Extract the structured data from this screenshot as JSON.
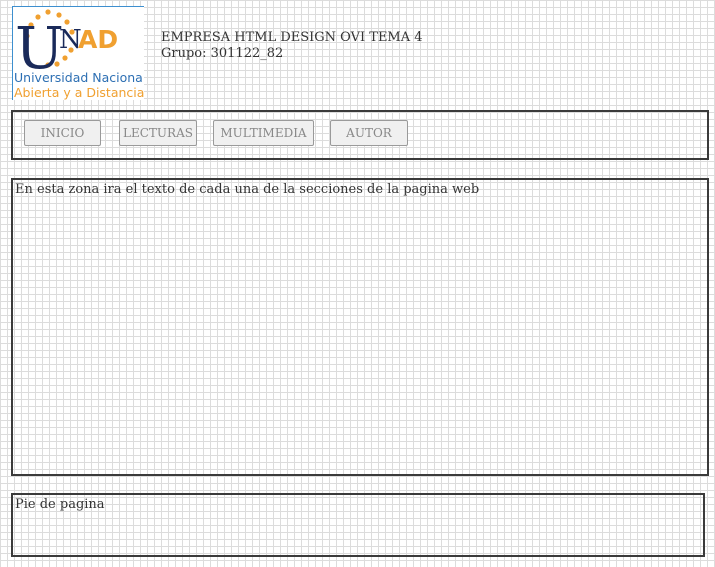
{
  "logo": {
    "wordmark_u": "U",
    "wordmark_n": "N",
    "wordmark_ad": "AD",
    "line1": "Universidad Nacional",
    "line2": "Abierta y a Distancia",
    "colors": {
      "navy": "#1a2a5a",
      "orange": "#f0a030",
      "blue": "#2d6fb3"
    }
  },
  "header": {
    "title": "EMPRESA HTML DESIGN OVI TEMA 4",
    "group": "Grupo: 301122_82"
  },
  "nav": {
    "items": [
      {
        "label": "INICIO"
      },
      {
        "label": "LECTURAS"
      },
      {
        "label": "MULTIMEDIA"
      },
      {
        "label": "AUTOR"
      }
    ]
  },
  "content": {
    "text": "En esta zona ira el texto de cada una de la secciones de la pagina web"
  },
  "footer": {
    "text": "Pie de pagina"
  }
}
